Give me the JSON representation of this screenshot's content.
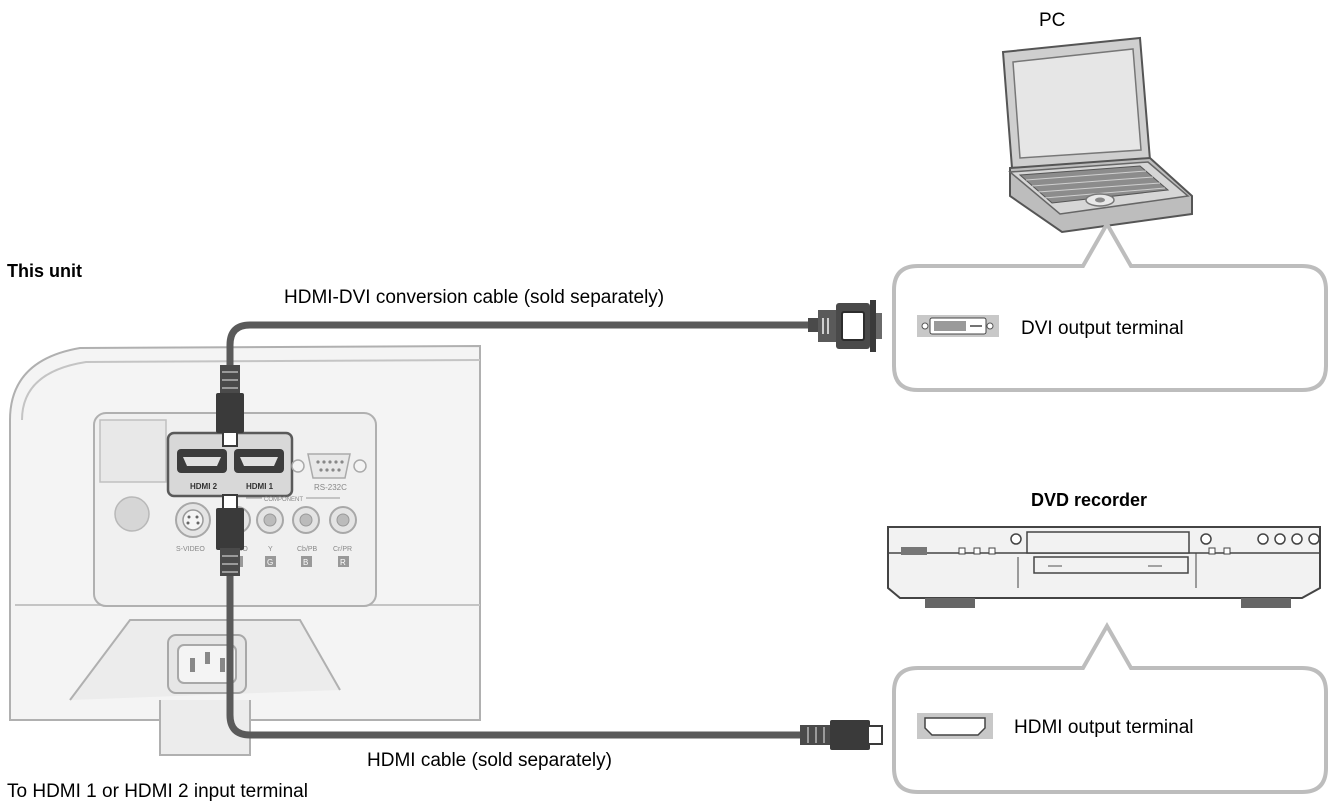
{
  "labels": {
    "pc": "PC",
    "this_unit": "This unit",
    "hdmi_dvi_cable": "HDMI-DVI conversion cable (sold separately)",
    "dvi_output": "DVI output terminal",
    "dvd_recorder": "DVD recorder",
    "hdmi_output": "HDMI output terminal",
    "hdmi_cable": "HDMI cable (sold separately)",
    "hdmi_input": "To HDMI 1 or HDMI 2 input terminal"
  },
  "panel": {
    "hdmi2": "HDMI 2",
    "hdmi1": "HDMI 1",
    "rs232c": "RS-232C",
    "component": "COMPONENT",
    "svideo": "S-VIDEO",
    "video": "VIDEO",
    "y": "Y",
    "cb_pb": "Cb/PB",
    "cr_pr": "Cr/PR",
    "tag_c": "C",
    "tag_g": "G",
    "tag_b": "B",
    "tag_r": "R"
  },
  "colors": {
    "cable": "#5a5a5a",
    "outline": "#b4b4b4",
    "callout": "#bdbdbd",
    "body": "#f3f3f3"
  }
}
